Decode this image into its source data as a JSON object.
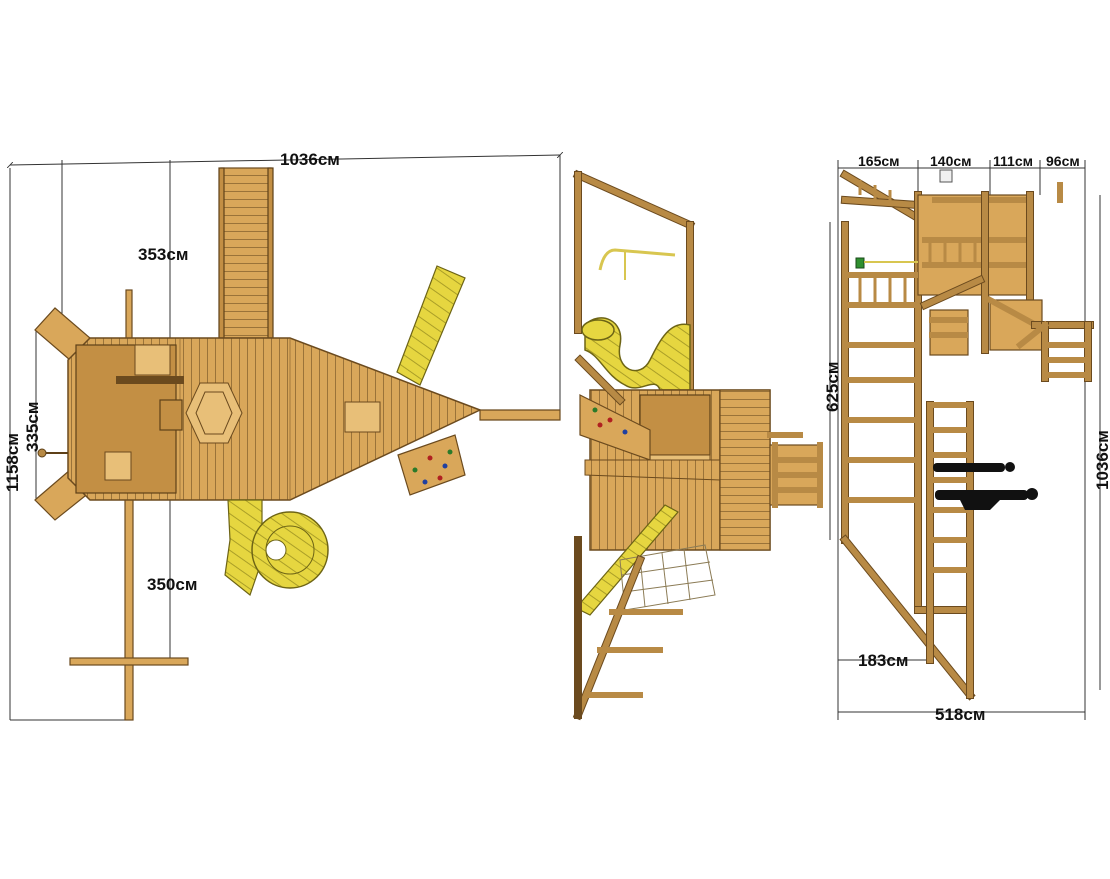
{
  "top_view": {
    "width_label": "1036см",
    "height_label": "1158см",
    "deck_width_label": "335см",
    "tower_label": "353см",
    "swing_label": "350см"
  },
  "side_view": {
    "top_labels": [
      "165см",
      "140см",
      "111см",
      "96см"
    ],
    "height_label": "625см",
    "length_label": "1036см",
    "beam_label": "183см",
    "width_label": "518см"
  },
  "colors": {
    "wood": "#d9a75a",
    "slide": "#e6d640",
    "dimension_line": "#333333"
  }
}
